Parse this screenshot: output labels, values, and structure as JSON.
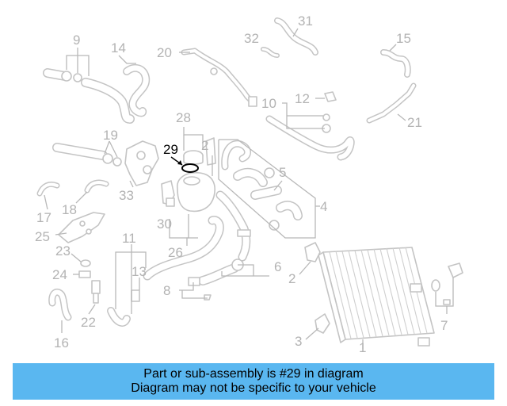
{
  "highlight": {
    "label": "29",
    "color": "#000000"
  },
  "callouts": [
    {
      "id": "1",
      "label": "1"
    },
    {
      "id": "2a",
      "label": "2"
    },
    {
      "id": "2b",
      "label": "2"
    },
    {
      "id": "3",
      "label": "3"
    },
    {
      "id": "4",
      "label": "4"
    },
    {
      "id": "5",
      "label": "5"
    },
    {
      "id": "6",
      "label": "6"
    },
    {
      "id": "7",
      "label": "7"
    },
    {
      "id": "8",
      "label": "8"
    },
    {
      "id": "9",
      "label": "9"
    },
    {
      "id": "10",
      "label": "10"
    },
    {
      "id": "11",
      "label": "11"
    },
    {
      "id": "12",
      "label": "12"
    },
    {
      "id": "13",
      "label": "13"
    },
    {
      "id": "14",
      "label": "14"
    },
    {
      "id": "15",
      "label": "15"
    },
    {
      "id": "16",
      "label": "16"
    },
    {
      "id": "17",
      "label": "17"
    },
    {
      "id": "18",
      "label": "18"
    },
    {
      "id": "19",
      "label": "19"
    },
    {
      "id": "20",
      "label": "20"
    },
    {
      "id": "21",
      "label": "21"
    },
    {
      "id": "22",
      "label": "22"
    },
    {
      "id": "23",
      "label": "23"
    },
    {
      "id": "24",
      "label": "24"
    },
    {
      "id": "25",
      "label": "25"
    },
    {
      "id": "26",
      "label": "26"
    },
    {
      "id": "28",
      "label": "28"
    },
    {
      "id": "30",
      "label": "30"
    },
    {
      "id": "31",
      "label": "31"
    },
    {
      "id": "32",
      "label": "32"
    },
    {
      "id": "33",
      "label": "33"
    }
  ],
  "banner": {
    "line1": "Part or sub-assembly is #29 in diagram",
    "line2": "Diagram may not be specific to your vehicle",
    "background": "#5ab7f0"
  }
}
